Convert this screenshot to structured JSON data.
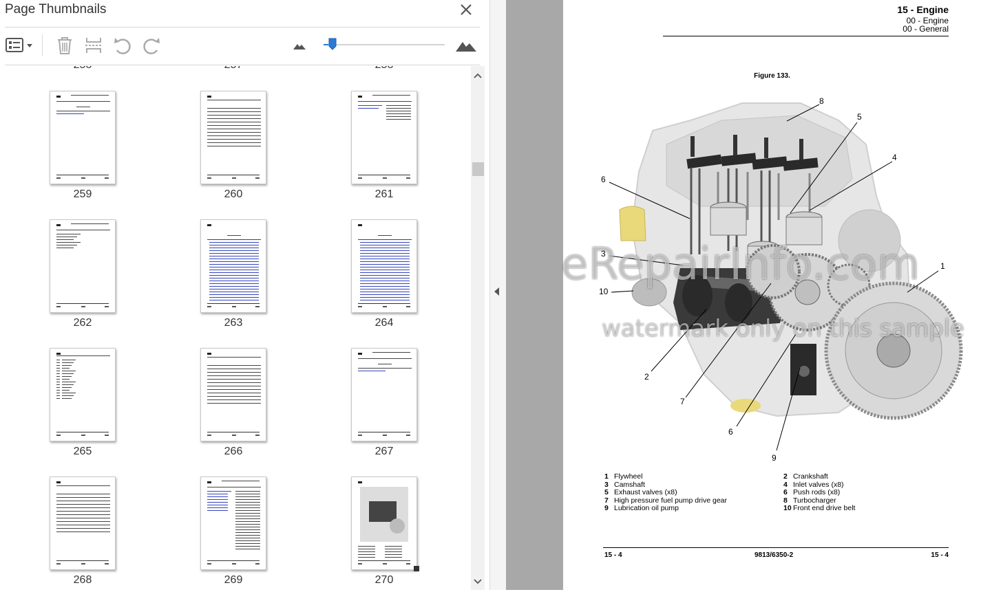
{
  "panel": {
    "title": "Page Thumbnails",
    "close_icon": "close-icon",
    "toolbar": {
      "options_icon": "thumbnail-options-icon",
      "delete_icon": "trash-icon",
      "insert_icon": "insert-pages-icon",
      "rotate_ccw_icon": "rotate-counterclockwise-icon",
      "rotate_cw_icon": "rotate-clockwise-icon",
      "zoom_out_icon": "small-mountain-icon",
      "zoom_in_icon": "large-mountain-icon",
      "zoom_slider_fraction": 0.04
    },
    "top_cut_labels": [
      "258",
      "257",
      "258"
    ],
    "thumbnails": [
      {
        "page": "259",
        "type": "title"
      },
      {
        "page": "260",
        "type": "ruled"
      },
      {
        "page": "261",
        "type": "twocol"
      },
      {
        "page": "262",
        "type": "list"
      },
      {
        "page": "263",
        "type": "toc"
      },
      {
        "page": "264",
        "type": "toc"
      },
      {
        "page": "265",
        "type": "list2"
      },
      {
        "page": "266",
        "type": "ruled"
      },
      {
        "page": "267",
        "type": "title"
      },
      {
        "page": "268",
        "type": "ruled"
      },
      {
        "page": "269",
        "type": "twocol2"
      },
      {
        "page": "270",
        "type": "figure"
      }
    ]
  },
  "document": {
    "header": {
      "title": "15 - Engine",
      "sub1": "00 - Engine",
      "sub2": "00 - General"
    },
    "figure_caption": "Figure 133.",
    "callouts": [
      "8",
      "5",
      "4",
      "6",
      "3",
      "1",
      "10",
      "2",
      "7",
      "6",
      "9"
    ],
    "legend": [
      {
        "num": "1",
        "label": "Flywheel"
      },
      {
        "num": "2",
        "label": "Crankshaft"
      },
      {
        "num": "3",
        "label": "Camshaft"
      },
      {
        "num": "4",
        "label": "Inlet valves (x8)"
      },
      {
        "num": "5",
        "label": "Exhaust valves (x8)"
      },
      {
        "num": "6",
        "label": "Push rods (x8)"
      },
      {
        "num": "7",
        "label": "High pressure fuel pump drive gear"
      },
      {
        "num": "8",
        "label": "Turbocharger"
      },
      {
        "num": "9",
        "label": "Lubrication oil pump"
      },
      {
        "num": "10",
        "label": "Front end drive belt"
      }
    ],
    "footer": {
      "left": "15 - 4",
      "center": "9813/6350-2",
      "right": "15 - 4"
    },
    "watermark1": "eRepairInfo.com",
    "watermark2": "watermark only on this sample"
  }
}
